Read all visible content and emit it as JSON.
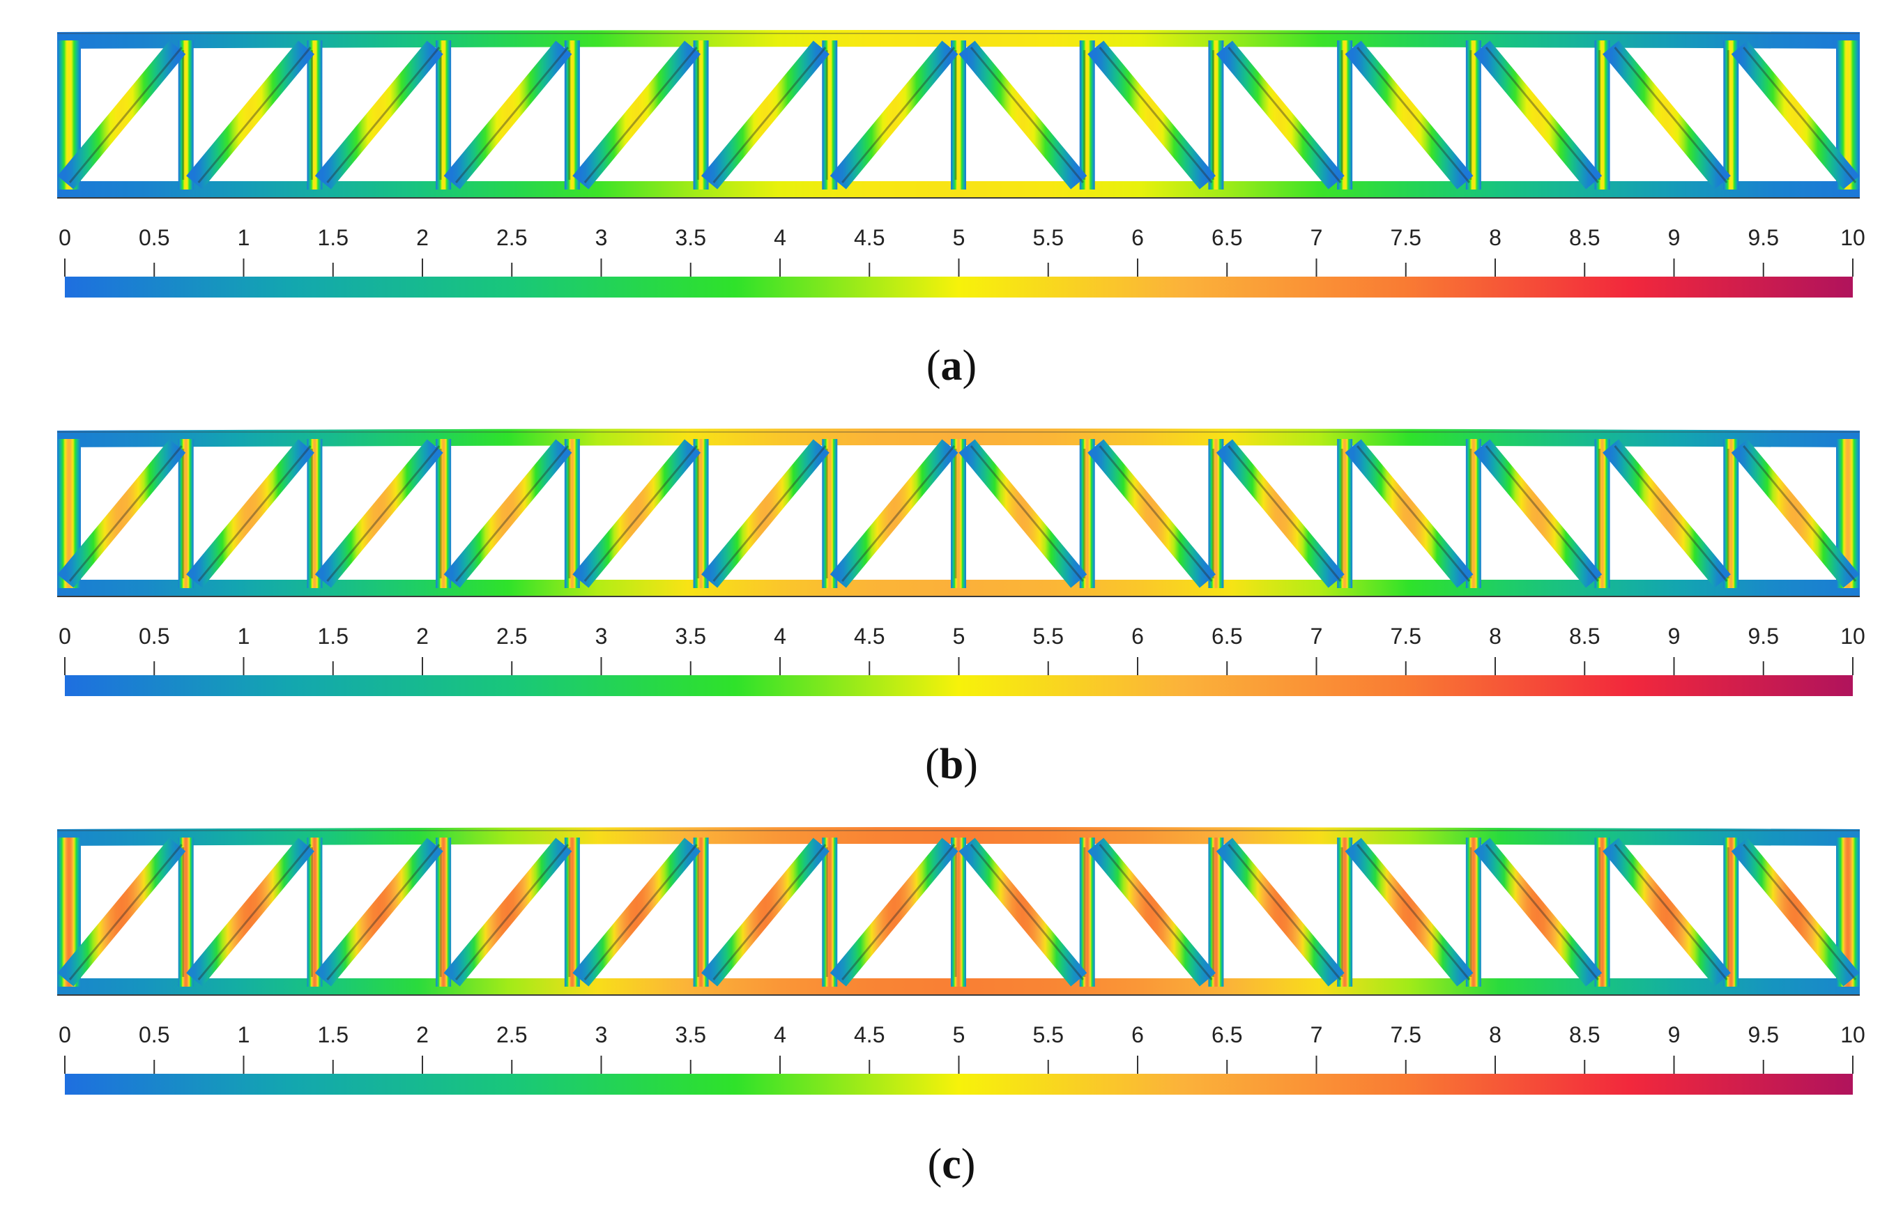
{
  "colorbar": {
    "min": 0,
    "max": 10,
    "tick_labels": [
      "0",
      "0.5",
      "1",
      "1.5",
      "2",
      "2.5",
      "3",
      "3.5",
      "4",
      "4.5",
      "5",
      "5.5",
      "6",
      "6.5",
      "7",
      "7.5",
      "8",
      "8.5",
      "9",
      "9.5",
      "10"
    ],
    "tick_values": [
      0,
      0.5,
      1,
      1.5,
      2,
      2.5,
      3,
      3.5,
      4,
      4.5,
      5,
      5.5,
      6,
      6.5,
      7,
      7.5,
      8,
      8.5,
      9,
      9.5,
      10
    ],
    "colors": [
      "#1e6fe0",
      "#13a6b0",
      "#19c77a",
      "#2fe22a",
      "#f7f20a",
      "#fbb23a",
      "#f97b33",
      "#f2283c",
      "#b0135c"
    ]
  },
  "panels": [
    {
      "label": "a",
      "intensity_max": 5.3,
      "edge_min": 0.2
    },
    {
      "label": "b",
      "intensity_max": 6.3,
      "edge_min": 0.3
    },
    {
      "label": "c",
      "intensity_max": 7.4,
      "edge_min": 0.5
    }
  ],
  "captions": {
    "open": "(",
    "close": ")",
    "a": "a",
    "b": "b",
    "c": "c"
  }
}
